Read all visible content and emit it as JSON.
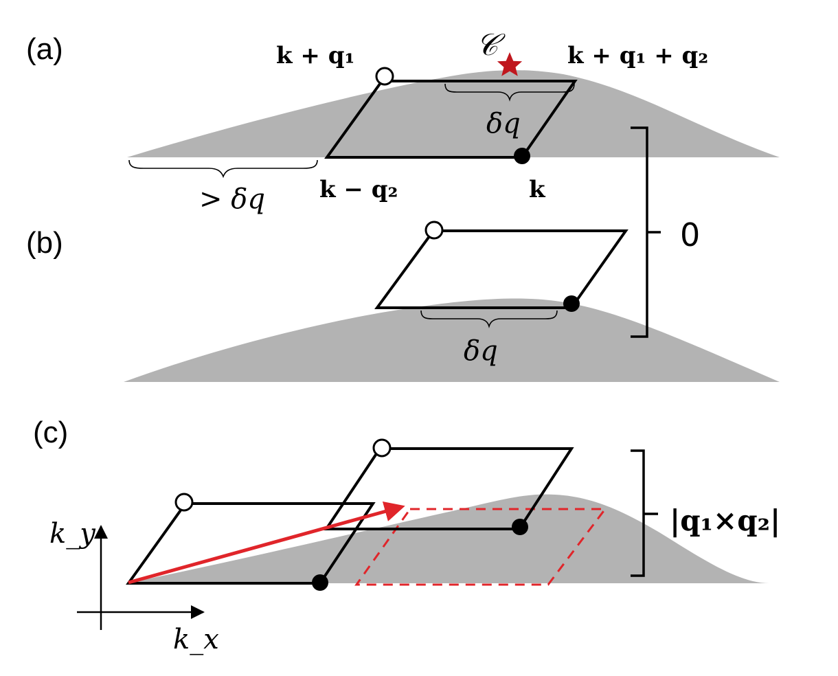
{
  "panels": {
    "a": {
      "label": "(a)",
      "vertex_kq1": "k + q₁",
      "vertex_kq1q2": "k + q₁ + q₂",
      "vertex_kmq2": "k − q₂",
      "vertex_k": "k",
      "curve_symbol": "𝒞",
      "brace_top": "δq",
      "brace_left": "> δq"
    },
    "b": {
      "label": "(b)",
      "brace": "δq"
    },
    "ab_result": "0",
    "c": {
      "label": "(c)",
      "result": "|q₁×q₂|",
      "axis_y": "k_y",
      "axis_x": "k_x"
    }
  },
  "colors": {
    "gray_region": "#b3b3b3",
    "star": "#c0171e",
    "red_arrow": "#e0252a",
    "red_dashed": "#e0252a",
    "outline": "#000000"
  }
}
